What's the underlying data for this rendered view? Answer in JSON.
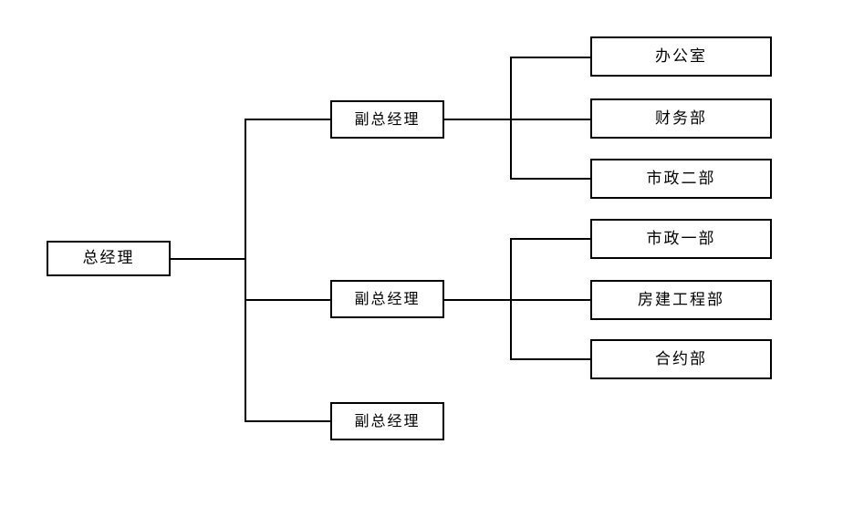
{
  "diagram": {
    "type": "organization-chart",
    "orientation": "left-to-right",
    "background_color": "#ffffff",
    "line_color": "#000000",
    "box_border_color": "#000000",
    "box_fill_color": "#ffffff",
    "text_color": "#000000",
    "root": {
      "label": "总经理",
      "name": "general-manager"
    },
    "deputies": [
      {
        "label": "副总经理",
        "name": "deputy-general-manager-1",
        "departments": [
          {
            "label": "办公室",
            "name": "office"
          },
          {
            "label": "财务部",
            "name": "finance-department"
          },
          {
            "label": "市政二部",
            "name": "municipal-department-2"
          }
        ]
      },
      {
        "label": "副总经理",
        "name": "deputy-general-manager-2",
        "departments": [
          {
            "label": "市政一部",
            "name": "municipal-department-1"
          },
          {
            "label": "房建工程部",
            "name": "building-engineering-department"
          },
          {
            "label": "合约部",
            "name": "contract-department"
          }
        ]
      },
      {
        "label": "副总经理",
        "name": "deputy-general-manager-3",
        "departments": []
      }
    ]
  }
}
